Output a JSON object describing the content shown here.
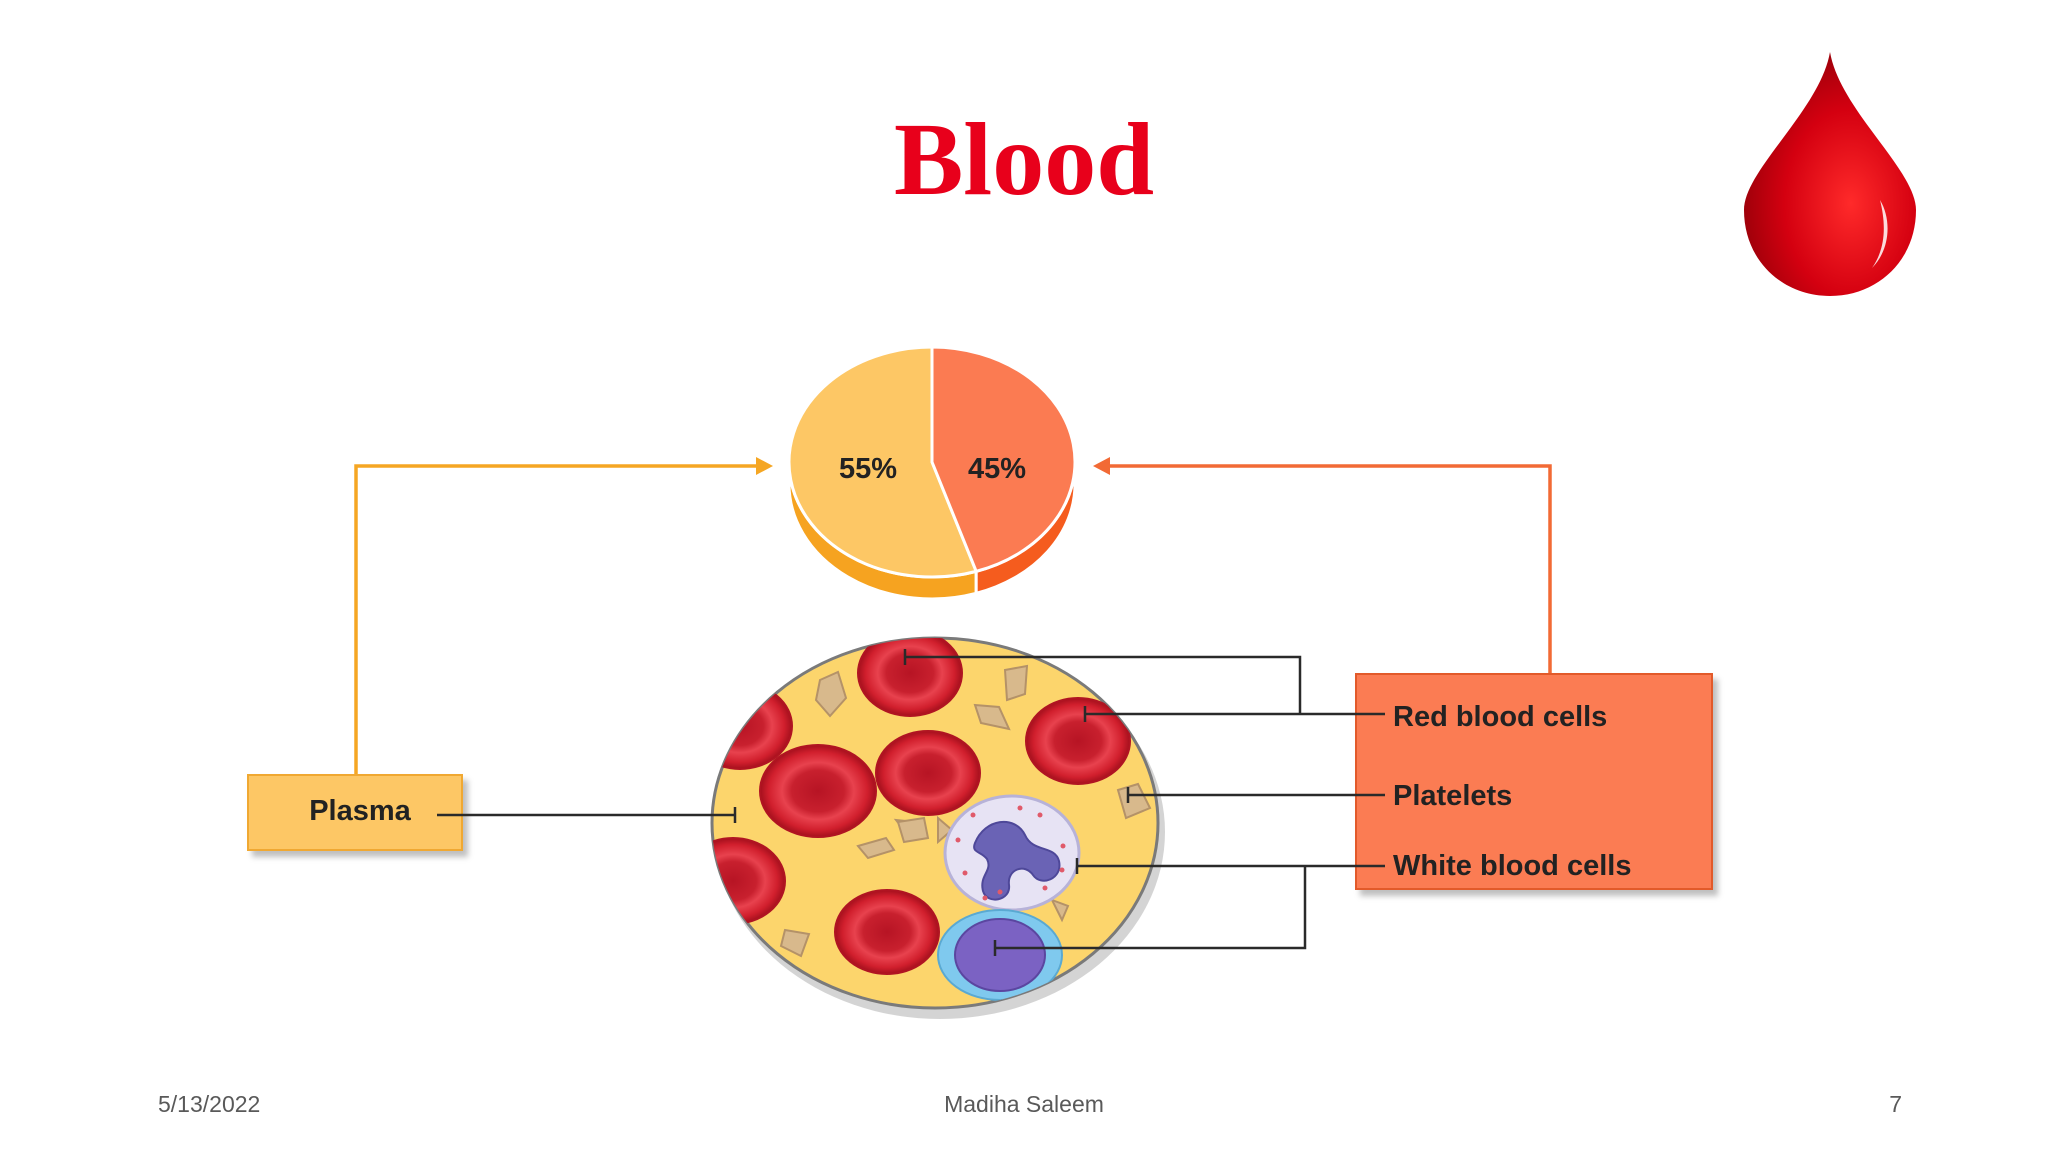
{
  "slide": {
    "title": "Blood"
  },
  "chart_data": {
    "type": "pie",
    "values": [
      55,
      45
    ],
    "labels": [
      "55%",
      "45%"
    ],
    "colors": [
      "#fdc765",
      "#fb7b52"
    ],
    "side_colors": [
      "#f6a320",
      "#f55c1e"
    ]
  },
  "diagram": {
    "labels": {
      "plasma": "Plasma",
      "red_blood_cells": "Red blood cells",
      "platelets": "Platelets",
      "white_blood_cells": "White blood cells"
    },
    "colors": {
      "plasma_box": "#fdc765",
      "cells_box": "#fb7b52",
      "plasma_arrow": "#f5a623",
      "cells_arrow": "#f26a35"
    }
  },
  "footer": {
    "date": "5/13/2022",
    "author": "Madiha Saleem",
    "page": "7"
  }
}
